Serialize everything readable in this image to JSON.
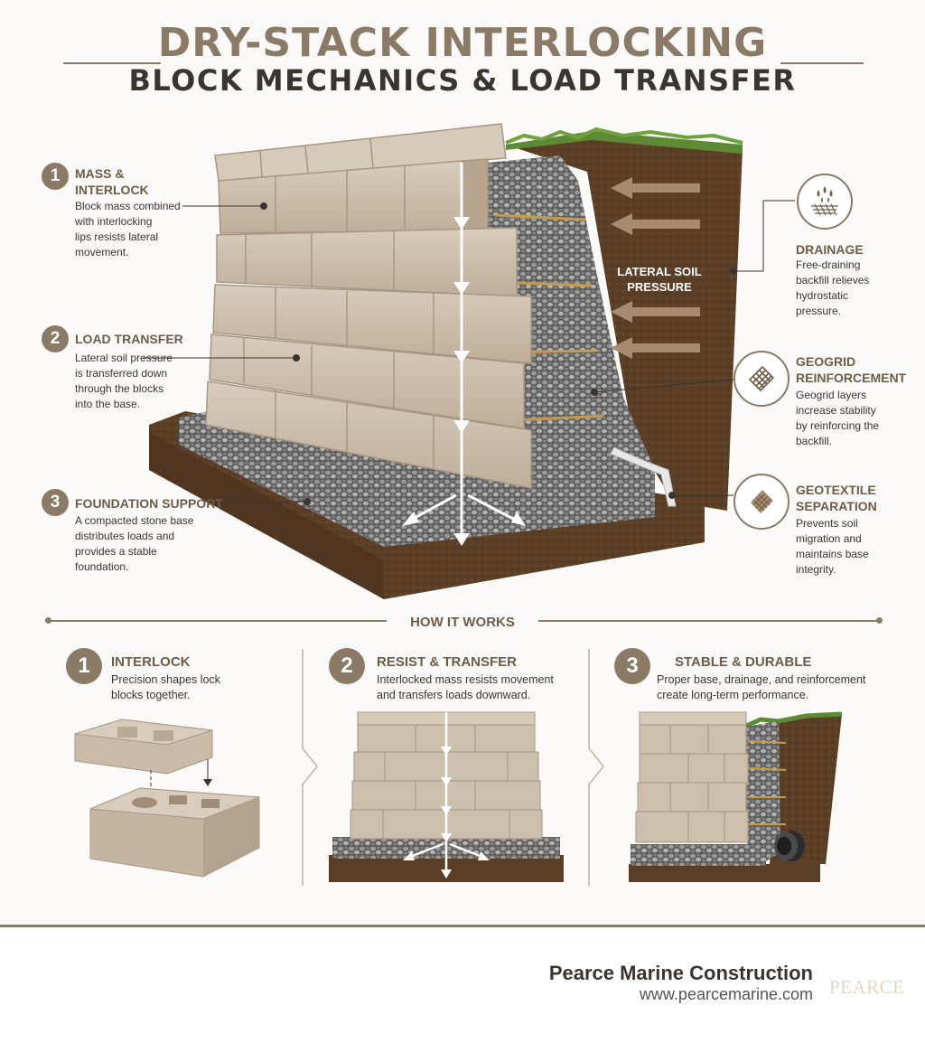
{
  "title": {
    "line1": "DRY-STACK INTERLOCKING",
    "line2": "BLOCK MECHANICS & LOAD TRANSFER"
  },
  "diagram": {
    "center_label_1": "LATERAL SOIL",
    "center_label_2": "PRESSURE"
  },
  "left_callouts": [
    {
      "num": "1",
      "heading_1": "MASS &",
      "heading_2": "INTERLOCK",
      "desc": [
        "Block mass combined",
        "with interlocking",
        "lips resists lateral",
        "movement."
      ]
    },
    {
      "num": "2",
      "heading_1": "LOAD TRANSFER",
      "heading_2": "",
      "desc": [
        "Lateral soil pressure",
        "is transferred down",
        "through the blocks",
        "into the base."
      ]
    },
    {
      "num": "3",
      "heading_1": "FOUNDATION SUPPORT",
      "heading_2": "",
      "desc": [
        "A compacted stone base",
        "distributes loads and",
        "provides a stable",
        "foundation."
      ]
    }
  ],
  "right_callouts": [
    {
      "heading_1": "DRAINAGE",
      "heading_2": "",
      "desc": [
        "Free-draining",
        "backfill relieves",
        "hydrostatic",
        "pressure."
      ]
    },
    {
      "heading_1": "GEOGRID",
      "heading_2": "REINFORCEMENT",
      "desc": [
        "Geogrid layers",
        "increase stability",
        "by reinforcing the",
        "backfill."
      ]
    },
    {
      "heading_1": "GEOTEXTILE",
      "heading_2": "SEPARATION",
      "desc": [
        "Prevents soil",
        "migration and",
        "maintains base",
        "integrity."
      ]
    }
  ],
  "how": {
    "label": "HOW IT WORKS",
    "steps": [
      {
        "num": "1",
        "heading": "INTERLOCK",
        "desc": [
          "Precision shapes lock",
          "blocks together."
        ]
      },
      {
        "num": "2",
        "heading": "RESIST & TRANSFER",
        "desc": [
          "Interlocked mass resists movement",
          "and transfers loads downward."
        ]
      },
      {
        "num": "3",
        "heading": "STABLE & DURABLE",
        "desc": [
          "Proper base, drainage, and reinforcement",
          "create long-term performance."
        ]
      }
    ]
  },
  "footer": {
    "company": "Pearce Marine Construction",
    "url": "www.pearcemarine.com",
    "logo_text": "PEARCE"
  },
  "colors": {
    "accent": "#8a7a66",
    "block": "#cdbfae",
    "soil": "#5a3e26",
    "gravel": "#6f6f6f",
    "grass": "#5c8a35"
  }
}
